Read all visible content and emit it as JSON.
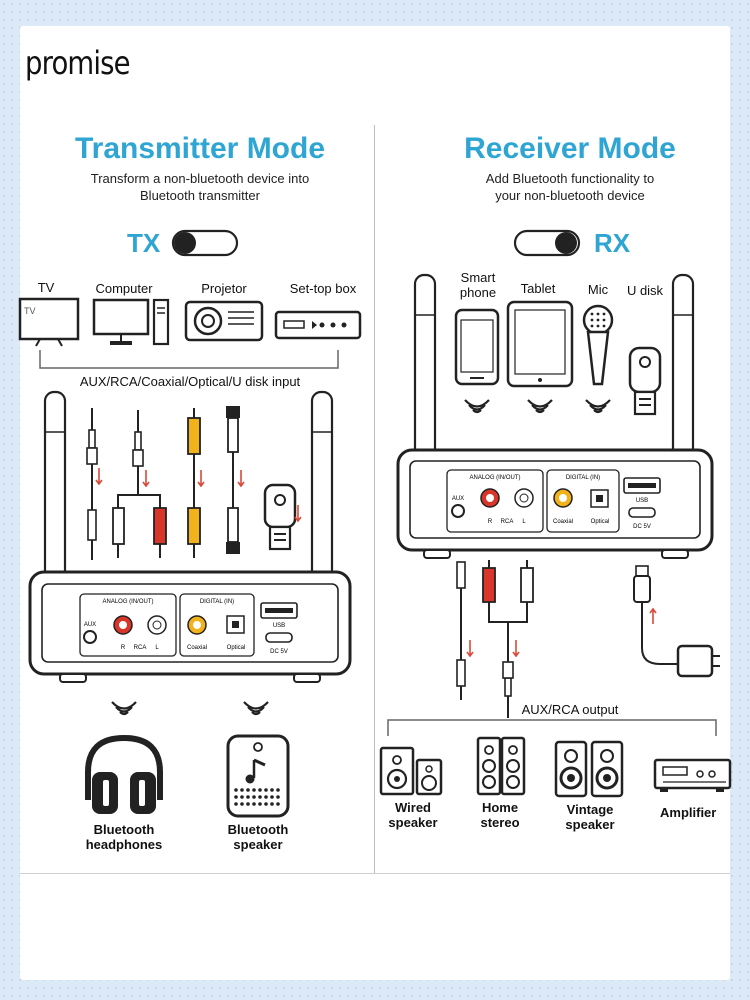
{
  "brand": "promise",
  "tx": {
    "title": "Transmitter Mode",
    "subtitle_1": "Transform a non-bluetooth device into",
    "subtitle_2": "Bluetooth transmitter",
    "switch_label": "TX",
    "sources": [
      {
        "label": "TV"
      },
      {
        "label": "Computer"
      },
      {
        "label": "Projetor"
      },
      {
        "label": "Set-top box"
      }
    ],
    "tv_screen_text": "TV",
    "input_label": "AUX/RCA/Coaxial/Optical/U disk input",
    "outputs": [
      {
        "line1": "Bluetooth",
        "line2": "headphones"
      },
      {
        "line1": "Bluetooth",
        "line2": "speaker"
      }
    ]
  },
  "rx": {
    "title": "Receiver Mode",
    "subtitle_1": "Add Bluetooth functionality to",
    "subtitle_2": "your non-bluetooth device",
    "switch_label": "RX",
    "sources": [
      {
        "line1": "Smart",
        "line2": "phone"
      },
      {
        "line1": "Tablet",
        "line2": ""
      },
      {
        "line1": "Mic",
        "line2": ""
      },
      {
        "line1": "U disk",
        "line2": ""
      }
    ],
    "output_label": "AUX/RCA output",
    "outputs": [
      {
        "line1": "Wired",
        "line2": "speaker"
      },
      {
        "line1": "Home",
        "line2": "stereo"
      },
      {
        "line1": "Vintage",
        "line2": "speaker"
      },
      {
        "line1": "Amplifier",
        "line2": ""
      }
    ]
  },
  "device_panel": {
    "analog_label": "ANALOG (IN/OUT)",
    "digital_label": "DIGITAL (IN)",
    "aux": "AUX",
    "r": "R",
    "rca": "RCA",
    "l": "L",
    "coaxial": "Coaxial",
    "optical": "Optical",
    "usb": "USB",
    "dc": "DC 5V"
  },
  "colors": {
    "accent": "#2ea5d2",
    "rca_red": "#d9362b",
    "rca_yellow": "#f2b21b",
    "arrow_red": "#d94a3a"
  }
}
